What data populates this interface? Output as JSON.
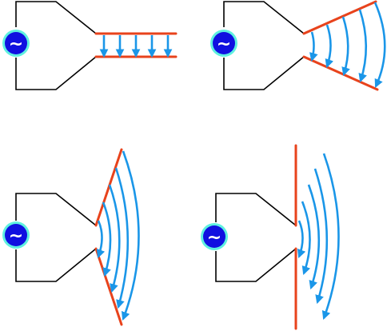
{
  "colors": {
    "background": "#ffffff",
    "outline": "#000000",
    "plate": "#e8431c",
    "wave": "#1a96e8",
    "source_fill": "#1010e0",
    "source_ring": "#5ff0e0",
    "source_symbol": "#ffffff"
  },
  "source_symbol": "~",
  "panels": [
    {
      "name": "parallel-plates",
      "flare": "none",
      "wavefront": "planar"
    },
    {
      "name": "horn-flare",
      "flare": "moderate",
      "wavefront": "curved"
    },
    {
      "name": "wide-horn-flare",
      "flare": "wide",
      "wavefront": "curved"
    },
    {
      "name": "flat-plane",
      "flare": "full",
      "wavefront": "curved"
    }
  ]
}
